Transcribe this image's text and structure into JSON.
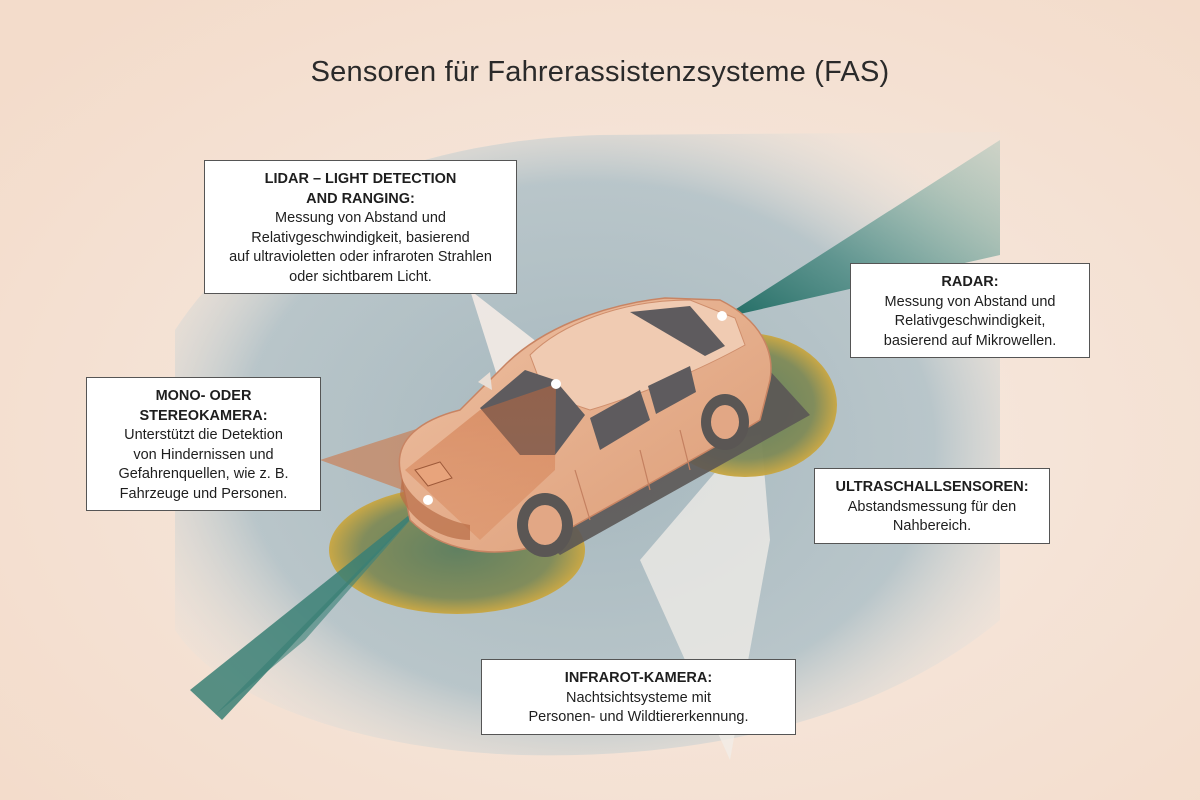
{
  "title": "Sensoren für Fahrerassistenzsysteme (FAS)",
  "labels": {
    "lidar": {
      "heading": "LIDAR – LIGHT DETECTION\nAND RANGING:",
      "body": "Messung von Abstand und\nRelativgeschwindigkeit, basierend\nauf ultravioletten oder infraroten Strahlen\noder sichtbarem Licht."
    },
    "radar": {
      "heading": "RADAR:",
      "body": "Messung von Abstand und\nRelativgeschwindigkeit,\nbasierend auf Mikrowellen."
    },
    "mono": {
      "heading": "MONO- ODER\nSTEREOKAMERA:",
      "body": "Unterstützt die Detektion\nvon Hindernissen und\nGefahrenquellen, wie z. B.\nFahrzeuge und Personen."
    },
    "ultra": {
      "heading": "ULTRASCHALLSENSOREN:",
      "body": "Abstandsmessung für den\nNahbereich."
    },
    "infra": {
      "heading": "INFRAROT-KAMERA:",
      "body": "Nachtsichtsysteme mit\nPersonen- und Wildtiererkennung."
    }
  },
  "colors": {
    "background": "#f6e8dd",
    "lidar_field": "#a8bcc4",
    "radar_beam": "#2f7a72",
    "ultrasonic_zone": "#c9a640",
    "car_body": "#e7ad88",
    "car_shadow": "#5a5654",
    "window": "#5e5b5e",
    "label_border": "#555555"
  }
}
